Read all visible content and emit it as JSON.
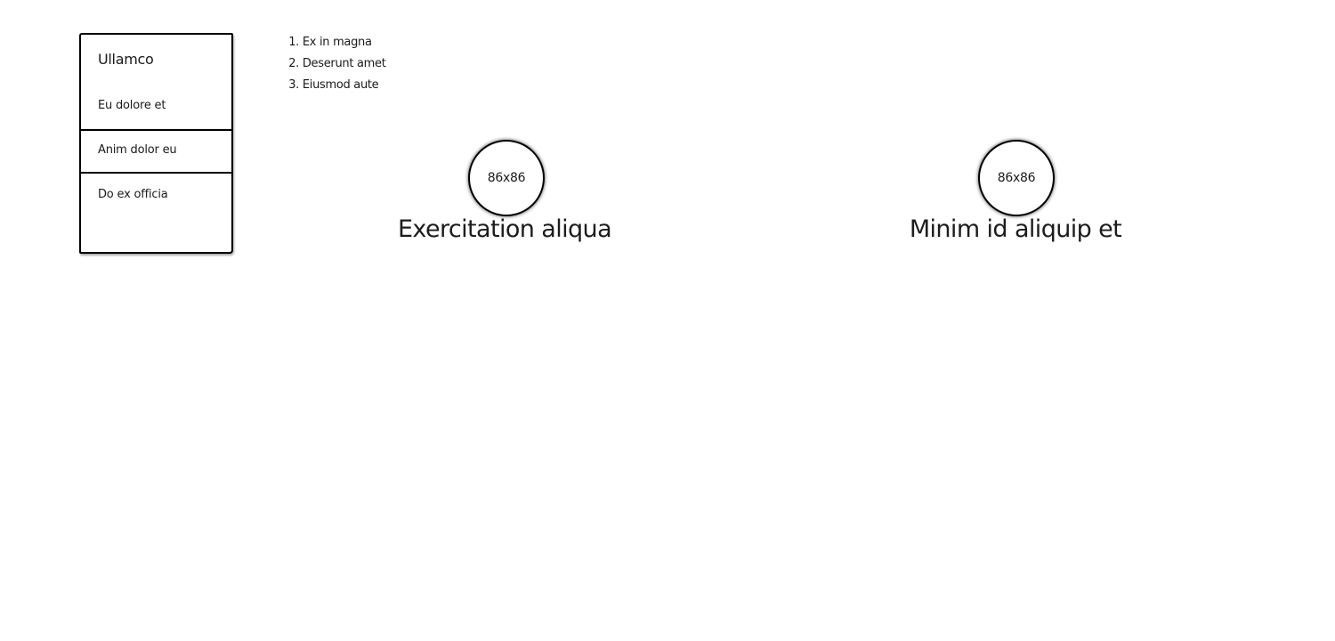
{
  "sidebar": {
    "title": "Ullamco",
    "items": [
      {
        "label": "Eu dolore et"
      },
      {
        "label": "Anim dolor eu"
      },
      {
        "label": "Do ex officia"
      }
    ]
  },
  "list": {
    "items": [
      {
        "number": "1.",
        "text": "Ex in magna"
      },
      {
        "number": "2.",
        "text": "Deserunt amet"
      },
      {
        "number": "3.",
        "text": "Eiusmod aute"
      }
    ]
  },
  "cards": [
    {
      "image_label": "86x86",
      "title": "Exercitation aliqua"
    },
    {
      "image_label": "86x86",
      "title": "Minim id aliquip et"
    }
  ]
}
